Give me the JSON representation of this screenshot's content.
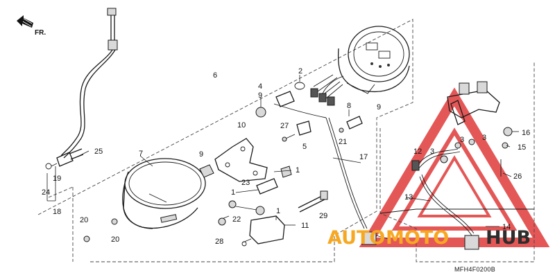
{
  "diagram": {
    "direction_label": "FR.",
    "drawing_code": "MFH4F0200B",
    "watermark": {
      "part1": "AUTO",
      "part2": "MOTO",
      "part3": "HUB",
      "color_light": "#f7a823",
      "color_dark": "#2d2d2d",
      "logo_color": "#e03a3a"
    },
    "callouts": {
      "c1a": "1",
      "c1b": "1",
      "c1c": "1",
      "c2": "2",
      "c3a": "3",
      "c3b": "3",
      "c3c": "3",
      "c4": "4",
      "c5": "5",
      "c6": "6",
      "c7": "7",
      "c8": "8",
      "c9a": "9",
      "c9b": "9",
      "c9c": "9",
      "c10": "10",
      "c11": "11",
      "c12": "12",
      "c13": "13",
      "c14": "14",
      "c15": "15",
      "c16": "16",
      "c17": "17",
      "c18": "18",
      "c19": "19",
      "c20a": "20",
      "c20b": "20",
      "c21": "21",
      "c22": "22",
      "c23": "23",
      "c24": "24",
      "c25": "25",
      "c26": "26",
      "c27": "27",
      "c28": "28",
      "c29": "29"
    }
  }
}
